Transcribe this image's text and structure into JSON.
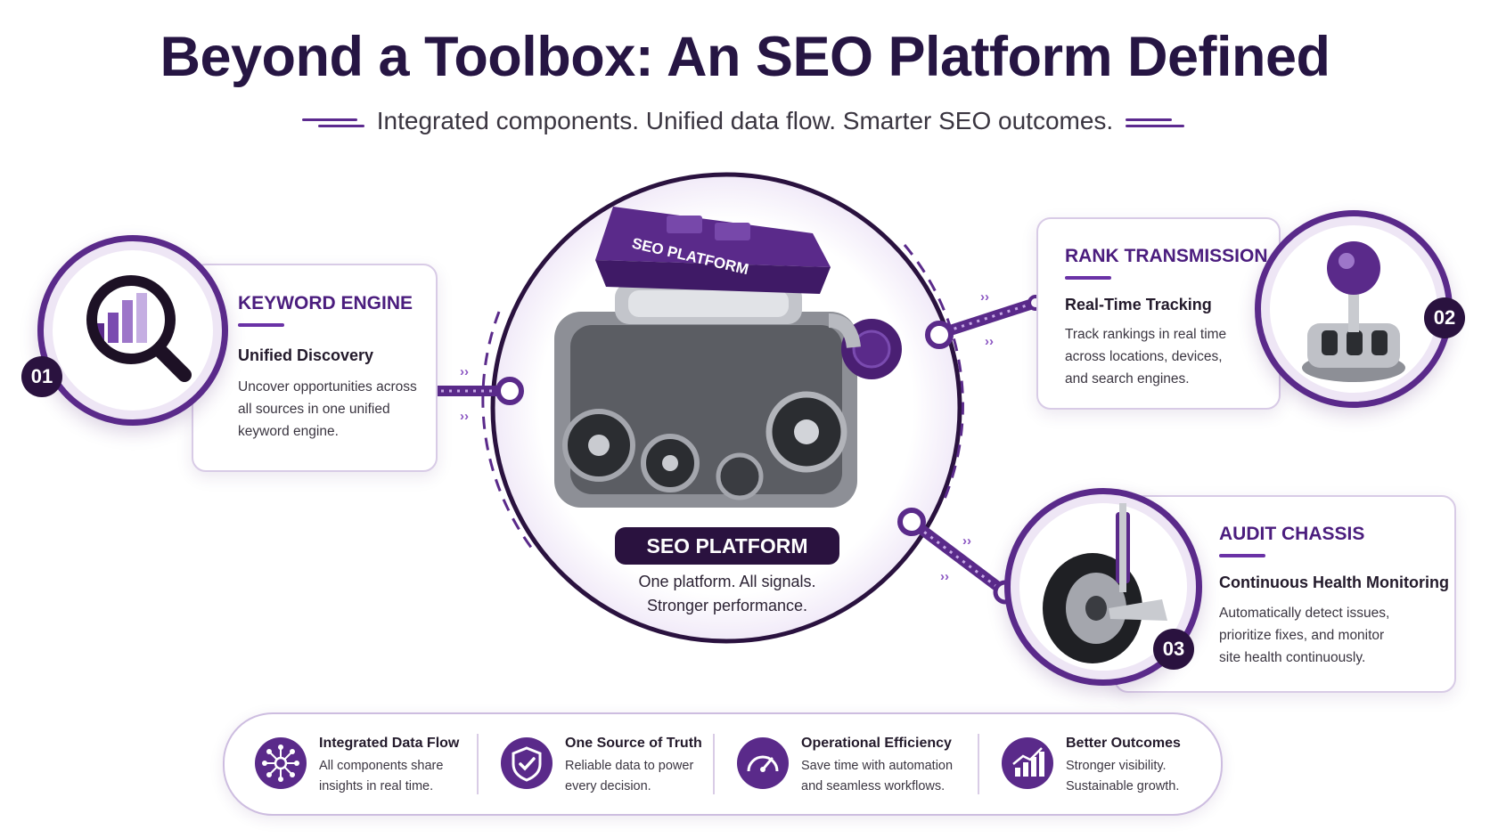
{
  "header": {
    "title": "Beyond a Toolbox: An SEO Platform Defined",
    "subtitle": "Integrated components. Unified data flow. Smarter SEO outcomes."
  },
  "center": {
    "engine_label": "SEO PLATFORM",
    "plate": "SEO PLATFORM",
    "caption_line1": "One platform. All signals.",
    "caption_line2": "Stronger performance."
  },
  "components": [
    {
      "number": "01",
      "heading": "KEYWORD ENGINE",
      "subheading": "Unified Discovery",
      "desc": [
        "Uncover opportunities across",
        "all sources in one unified",
        "keyword engine."
      ],
      "icon": "magnifier-chart-icon"
    },
    {
      "number": "02",
      "heading": "RANK TRANSMISSION",
      "subheading": "Real-Time Tracking",
      "desc": [
        "Track rankings in real time",
        "across locations, devices,",
        "and search engines."
      ],
      "icon": "gear-shifter-icon"
    },
    {
      "number": "03",
      "heading": "AUDIT CHASSIS",
      "subheading": "Continuous Health Monitoring",
      "desc": [
        "Automatically detect issues,",
        "prioritize fixes, and monitor",
        "site health continuously."
      ],
      "icon": "wheel-suspension-icon"
    }
  ],
  "benefits": [
    {
      "title": "Integrated Data Flow",
      "desc": [
        "All components share",
        "insights in real time."
      ],
      "icon": "network-hub-icon"
    },
    {
      "title": "One Source of Truth",
      "desc": [
        "Reliable data to power",
        "every decision."
      ],
      "icon": "shield-check-icon"
    },
    {
      "title": "Operational Efficiency",
      "desc": [
        "Save time with automation",
        "and seamless workflows."
      ],
      "icon": "speedometer-icon"
    },
    {
      "title": "Better Outcomes",
      "desc": [
        "Stronger visibility.",
        "Sustainable growth."
      ],
      "icon": "growth-chart-icon"
    }
  ],
  "colors": {
    "primary": "#2a123f",
    "accent": "#5a2a8a",
    "title": "#261543",
    "light": "#eee6f5"
  }
}
